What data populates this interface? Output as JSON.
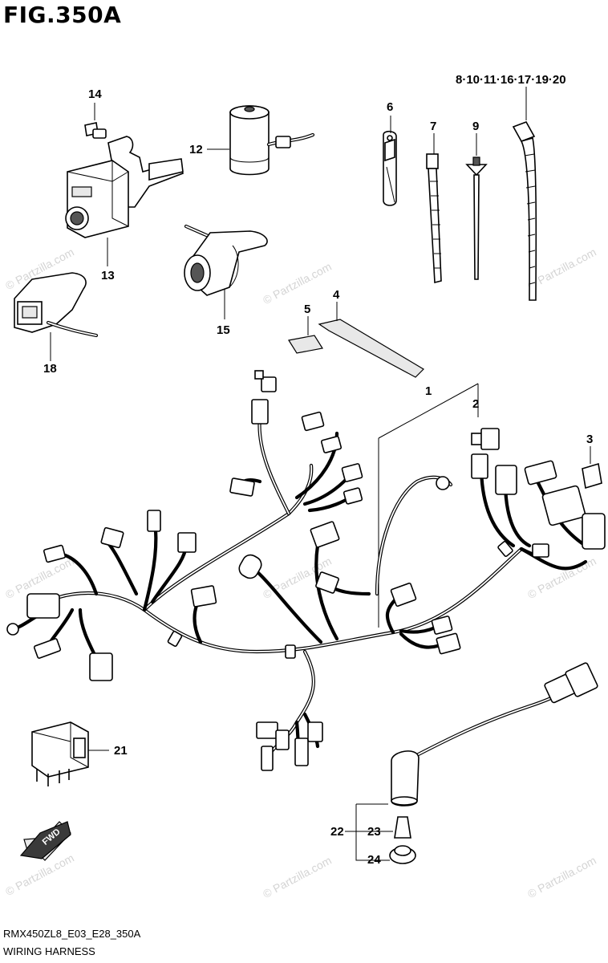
{
  "figure": {
    "title": "FIG.350A",
    "code": "RMX450ZL8_E03_E28_350A",
    "name": "WIRING HARNESS"
  },
  "watermark": "© Partzilla.com",
  "callouts": {
    "c1": "1",
    "c2": "2",
    "c3": "3",
    "c4": "4",
    "c5": "5",
    "c6": "6",
    "c7": "7",
    "c8_group": "8·10·11·16·17·19·20",
    "c9": "9",
    "c12": "12",
    "c13": "13",
    "c14": "14",
    "c15": "15",
    "c18": "18",
    "c21": "21",
    "c22": "22",
    "c23": "23",
    "c24": "24"
  },
  "fwd_label": "FWD",
  "icons": [
    "fwd-arrow-icon"
  ]
}
